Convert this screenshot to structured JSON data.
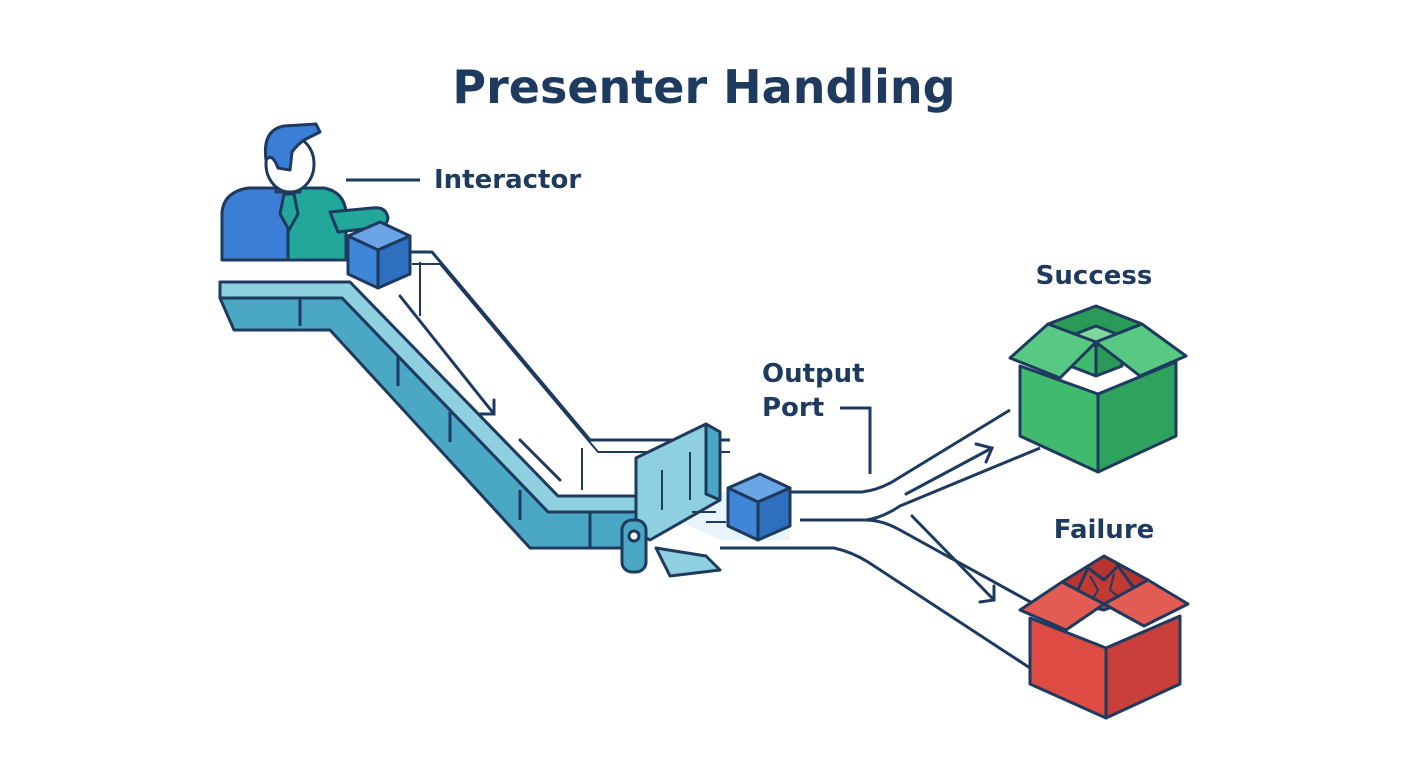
{
  "title": "Presenter Handling",
  "labels": {
    "interactor": "Interactor",
    "output_port_line1": "Output",
    "output_port_line2": "Port",
    "success": "Success",
    "failure": "Failure"
  },
  "colors": {
    "navy": "#1e3a5f",
    "person_blue": "#3a7fd5",
    "person_teal": "#22a89a",
    "conveyor_teal": "#4aa8c4",
    "conveyor_light": "#8fd0e0",
    "package_blue": "#3f86d8",
    "success_green": "#3fba6e",
    "failure_red": "#dd4b43"
  },
  "icons": {
    "actor": "person-icon",
    "payload": "package-icon",
    "gate": "gate-icon",
    "success_bin": "open-box-icon",
    "failure_bin": "broken-box-icon"
  }
}
